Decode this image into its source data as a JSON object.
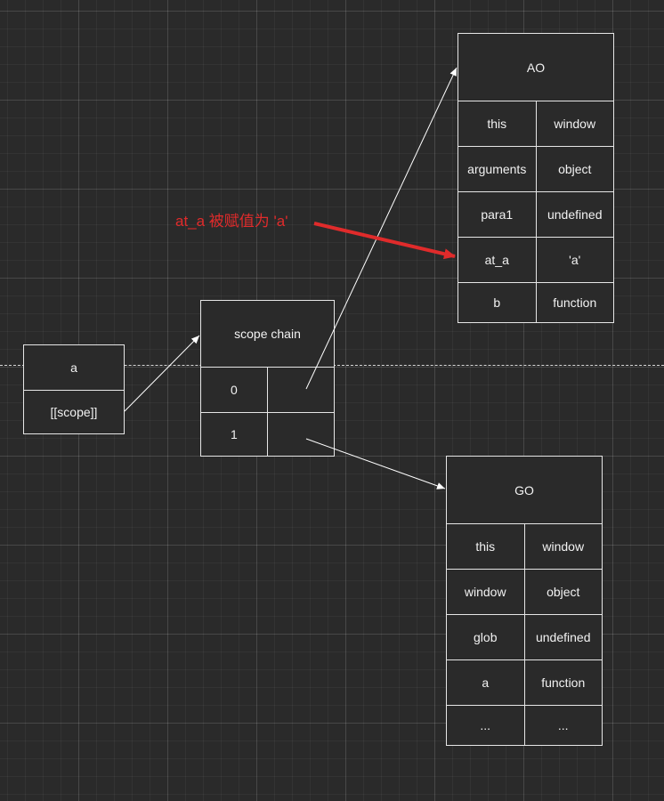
{
  "annotation": {
    "text": "at_a 被赋值为 'a'",
    "color": "#e02b2b"
  },
  "func_a": {
    "name": "a",
    "scope": "[[scope]]"
  },
  "scope_chain": {
    "title": "scope chain",
    "rows": [
      {
        "index": "0",
        "value": ""
      },
      {
        "index": "1",
        "value": ""
      }
    ]
  },
  "ao": {
    "title": "AO",
    "rows": [
      {
        "key": "this",
        "value": "window"
      },
      {
        "key": "arguments",
        "value": "object"
      },
      {
        "key": "para1",
        "value": "undefined"
      },
      {
        "key": "at_a",
        "value": "'a'"
      },
      {
        "key": "b",
        "value": "function"
      }
    ]
  },
  "go": {
    "title": "GO",
    "rows": [
      {
        "key": "this",
        "value": "window"
      },
      {
        "key": "window",
        "value": "object"
      },
      {
        "key": "glob",
        "value": "undefined"
      },
      {
        "key": "a",
        "value": "function"
      },
      {
        "key": "...",
        "value": "..."
      }
    ]
  }
}
